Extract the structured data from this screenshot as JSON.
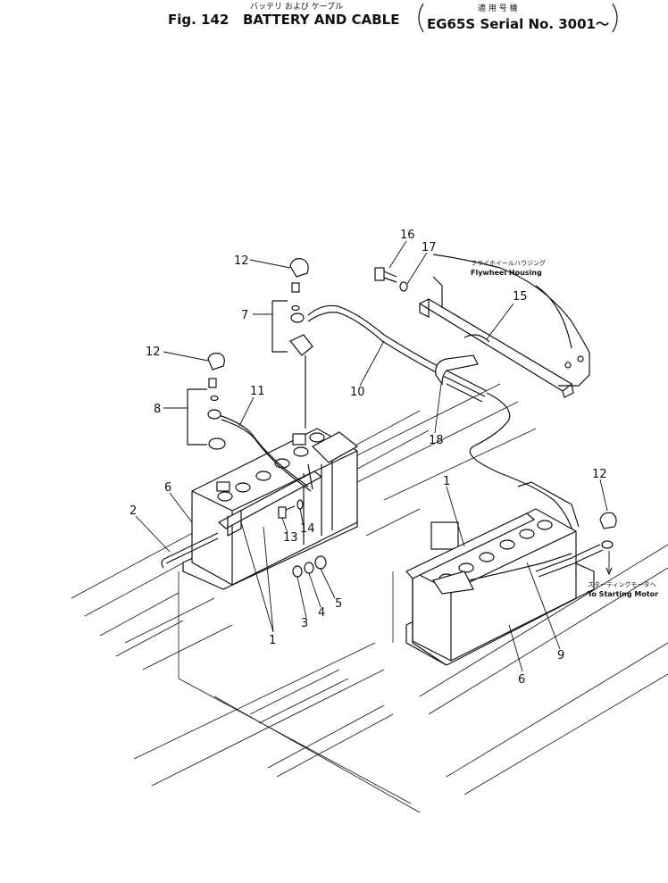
{
  "header": {
    "jp_title": "バッテリ および ケーブル",
    "fig_label": "Fig. 142",
    "title": "BATTERY AND CABLE",
    "jp_applicable": "適 用 号 機",
    "serial": "EG65S Serial No. 3001～"
  },
  "notes": {
    "flywheel_jp": "フライホイールハウジング",
    "flywheel_en": "Flywheel Housing",
    "starter_jp": "スターティングモータへ",
    "starter_en": "To Starting Motor"
  },
  "callouts": [
    {
      "id": "c16",
      "label": "16"
    },
    {
      "id": "c17",
      "label": "17"
    },
    {
      "id": "c15",
      "label": "15"
    },
    {
      "id": "c12a",
      "label": "12"
    },
    {
      "id": "c7",
      "label": "7"
    },
    {
      "id": "c10",
      "label": "10"
    },
    {
      "id": "c12b",
      "label": "12"
    },
    {
      "id": "c8",
      "label": "8"
    },
    {
      "id": "c11",
      "label": "11"
    },
    {
      "id": "c18",
      "label": "18"
    },
    {
      "id": "c6a",
      "label": "6"
    },
    {
      "id": "c2",
      "label": "2"
    },
    {
      "id": "c13",
      "label": "13"
    },
    {
      "id": "c14",
      "label": "14"
    },
    {
      "id": "c5",
      "label": "5"
    },
    {
      "id": "c4",
      "label": "4"
    },
    {
      "id": "c3",
      "label": "3"
    },
    {
      "id": "c1a",
      "label": "1"
    },
    {
      "id": "c1b",
      "label": "1"
    },
    {
      "id": "c12c",
      "label": "12"
    },
    {
      "id": "c9",
      "label": "9"
    },
    {
      "id": "c6b",
      "label": "6"
    }
  ]
}
